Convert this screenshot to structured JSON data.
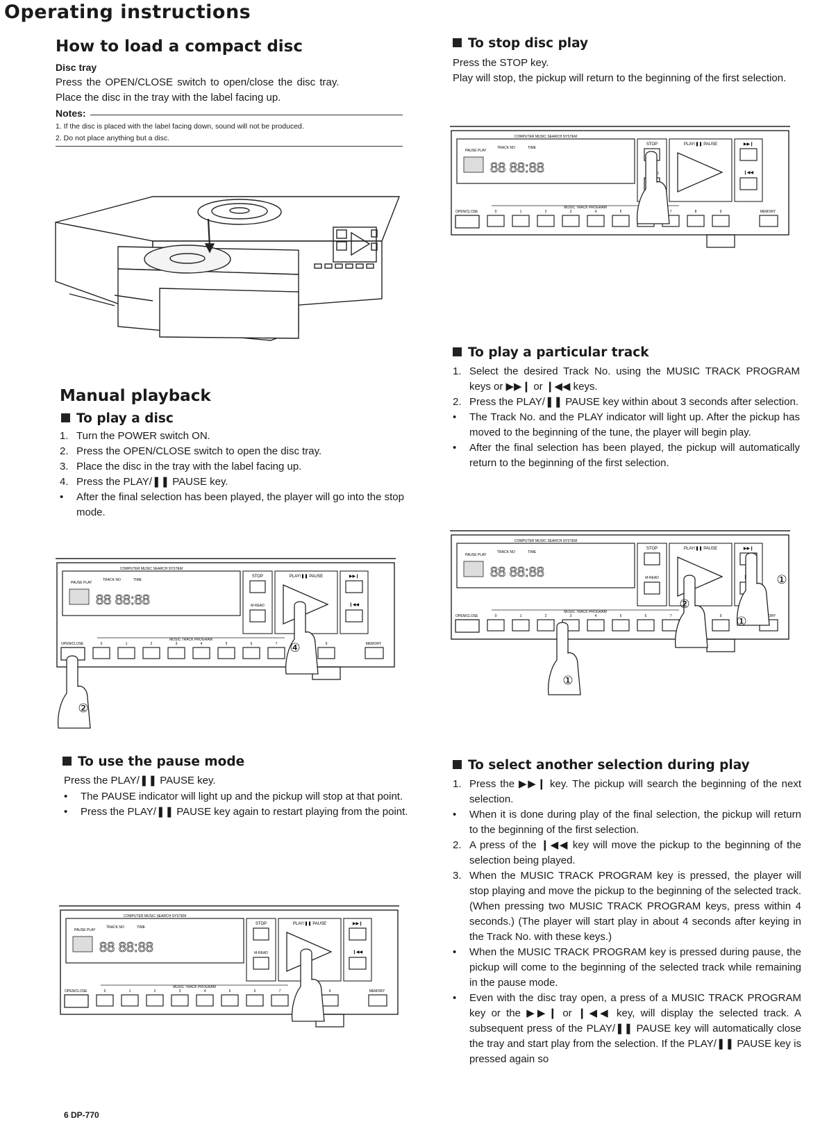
{
  "page_title": "Operating instructions",
  "load": {
    "heading": "How to load a compact disc",
    "sub": "Disc tray",
    "lines": [
      "Press the OPEN/CLOSE switch to open/close the disc tray.",
      "Place the disc in the tray with the label facing up."
    ],
    "notes_label": "Notes:",
    "notes": [
      "1.  If the disc is placed with the label facing down, sound will not be produced.",
      "2.  Do not place anything but a disc."
    ]
  },
  "manual": {
    "heading": "Manual playback",
    "play_disc": {
      "heading": "To play a disc",
      "items": [
        {
          "mark": "1.",
          "text": "Turn the POWER switch ON."
        },
        {
          "mark": "2.",
          "text": "Press the OPEN/CLOSE switch to open the disc tray."
        },
        {
          "mark": "3.",
          "text": "Place the disc in the tray with the label facing up."
        },
        {
          "mark": "4.",
          "text": "Press the PLAY/❚❚ PAUSE key."
        },
        {
          "mark": "•",
          "text": "After the final selection has been played, the player will go into the stop mode."
        }
      ]
    },
    "pause": {
      "heading": "To use the pause mode",
      "intro": "Press the PLAY/❚❚ PAUSE key.",
      "items": [
        {
          "mark": "•",
          "text": "The PAUSE indicator will light up and the pickup will stop at that point."
        },
        {
          "mark": "•",
          "text": "Press the PLAY/❚❚ PAUSE key again to restart playing from the point."
        }
      ]
    }
  },
  "stop": {
    "heading": "To stop disc play",
    "lines": [
      "Press the STOP key.",
      "Play will stop, the pickup will return to the beginning of the first selection."
    ]
  },
  "particular": {
    "heading": "To play a particular track",
    "items": [
      {
        "mark": "1.",
        "text": "Select the desired Track No. using the MUSIC TRACK PROGRAM keys or ▶▶❙ or ❙◀◀ keys."
      },
      {
        "mark": "2.",
        "text": "Press the PLAY/❚❚ PAUSE key within about 3 seconds after selection."
      },
      {
        "mark": "•",
        "text": "The Track No. and the PLAY indicator will light up. After the pickup has moved to the beginning of the tune, the player will begin play."
      },
      {
        "mark": "•",
        "text": "After the final selection has been played, the pickup will automatically return to the beginning of the first selection."
      }
    ]
  },
  "another": {
    "heading": "To select another selection during play",
    "items": [
      {
        "mark": "1.",
        "text": "Press the ▶▶❙ key. The pickup will search the beginning of the next selection."
      },
      {
        "mark": "•",
        "text": "When it is done during play of the final selection, the pickup will return to the beginning of the first selection."
      },
      {
        "mark": "2.",
        "text": "A press of the ❙◀◀ key will move the pickup to the beginning of the selection being played."
      },
      {
        "mark": "3.",
        "text": "When the MUSIC TRACK PROGRAM key is pressed, the player will stop playing and move the pickup to the beginning of the selected track. (When pressing two MUSIC TRACK PROGRAM keys, press within 4 seconds.) (The player will start play in about 4 seconds after keying in the Track No. with these keys.)"
      },
      {
        "mark": "•",
        "text": "When the MUSIC TRACK PROGRAM key is pressed during pause, the pickup will come to the beginning of the selected track while remaining in the pause mode."
      },
      {
        "mark": "•",
        "text": "Even with the disc tray open, a press of a MUSIC TRACK PROGRAM key or the ▶▶❙ or ❙◀◀ key, will display the selected track. A subsequent press of the PLAY/❚❚ PAUSE key will automatically close the tray and start play from the selection. If the PLAY/❚❚ PAUSE key is pressed again so"
      }
    ]
  },
  "panel": {
    "system": "COMPUTER MUSIC SEARCH SYSTEM",
    "stop": "STOP",
    "play_pause": "PLAY/❚❚ PAUSE",
    "mread": "M-READ",
    "program": "MUSIC TRACK PROGRAM",
    "open_close": "OPEN/CLOSE",
    "memory": "MEMORY",
    "next": "▶▶❙",
    "prev": "❙◀◀",
    "display": "88 88:88",
    "lbl_pause": "PAUSE",
    "lbl_play": "PLAY",
    "lbl_track": "TRACK NO",
    "lbl_time": "TIME",
    "keys": [
      "0",
      "1",
      "2",
      "3",
      "4",
      "5",
      "6",
      "7",
      "8",
      "9"
    ]
  },
  "callouts": {
    "c1": "①",
    "c2": "②",
    "c4": "④"
  },
  "footer": "6  DP-770"
}
